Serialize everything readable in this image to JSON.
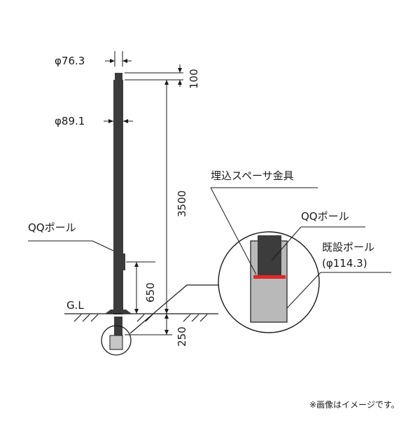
{
  "labels": {
    "dia_top": "φ76.3",
    "dia_pole": "φ89.1",
    "dim_100": "100",
    "dim_3500": "3500",
    "dim_650": "650",
    "dim_250": "250",
    "gl": "G.L",
    "qq_pole_left": "QQポール",
    "spacer": "埋込スペーサ金具",
    "qq_pole_detail": "QQポール",
    "existing_pole": "既設ポール",
    "existing_dia": "(φ114.3)",
    "note": "※画像はイメージです。"
  },
  "colors": {
    "line": "#1a1a1a",
    "pole": "#3c3c3c",
    "spacer": "#e0262b",
    "socket": "#b9b9b9"
  }
}
